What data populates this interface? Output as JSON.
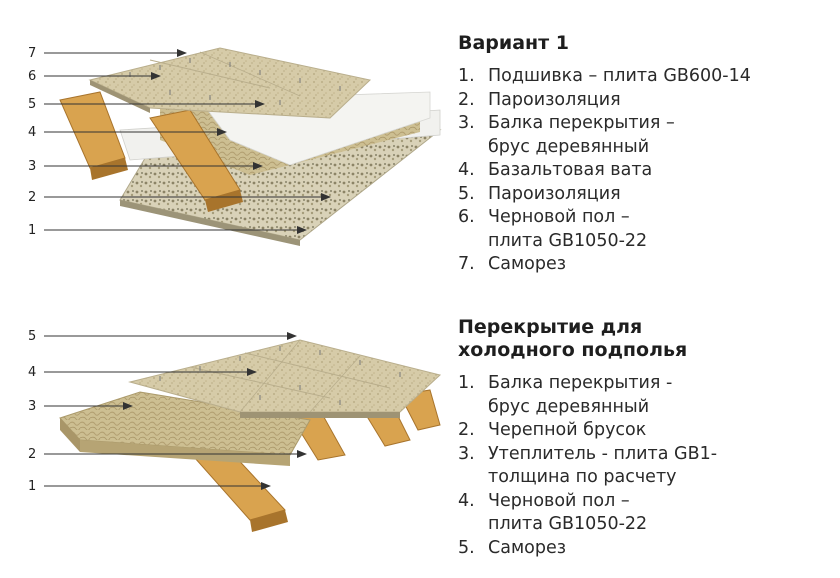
{
  "variant1": {
    "title": "Вариант 1",
    "items": [
      {
        "num": "1.",
        "text": "Подшивка – плита GB600-14"
      },
      {
        "num": "2.",
        "text": "Пароизоляция"
      },
      {
        "num": "3.",
        "text": "Балка перекрытия –\nбрус деревянный"
      },
      {
        "num": "4.",
        "text": "Базальтовая вата"
      },
      {
        "num": "5.",
        "text": "Пароизоляция"
      },
      {
        "num": "6.",
        "text": "Черновой пол –\nплита GB1050-22"
      },
      {
        "num": "7.",
        "text": "Саморез"
      }
    ],
    "callouts": [
      "7",
      "6",
      "5",
      "4",
      "3",
      "2",
      "1"
    ]
  },
  "cold_underfloor": {
    "title": "Перекрытие для\nхолодного подполья",
    "items": [
      {
        "num": "1.",
        "text": "Балка перекрытия -\nбрус деревянный"
      },
      {
        "num": "2.",
        "text": "Черепной брусок"
      },
      {
        "num": "3.",
        "text": "Утеплитель - плита GB1-\nтолщина по расчету"
      },
      {
        "num": "4.",
        "text": "Черновой пол –\nплита GB1050-22"
      },
      {
        "num": "5.",
        "text": "Саморез"
      }
    ],
    "callouts": [
      "5",
      "4",
      "3",
      "2",
      "1"
    ]
  },
  "colors": {
    "board": "#d8cfb2",
    "board_edge": "#b9ae8c",
    "wood": "#d9a34f",
    "wood_dark": "#a8742c",
    "wool": "#c9b98a",
    "membrane": "#f3f3f0",
    "arrow": "#333333"
  }
}
